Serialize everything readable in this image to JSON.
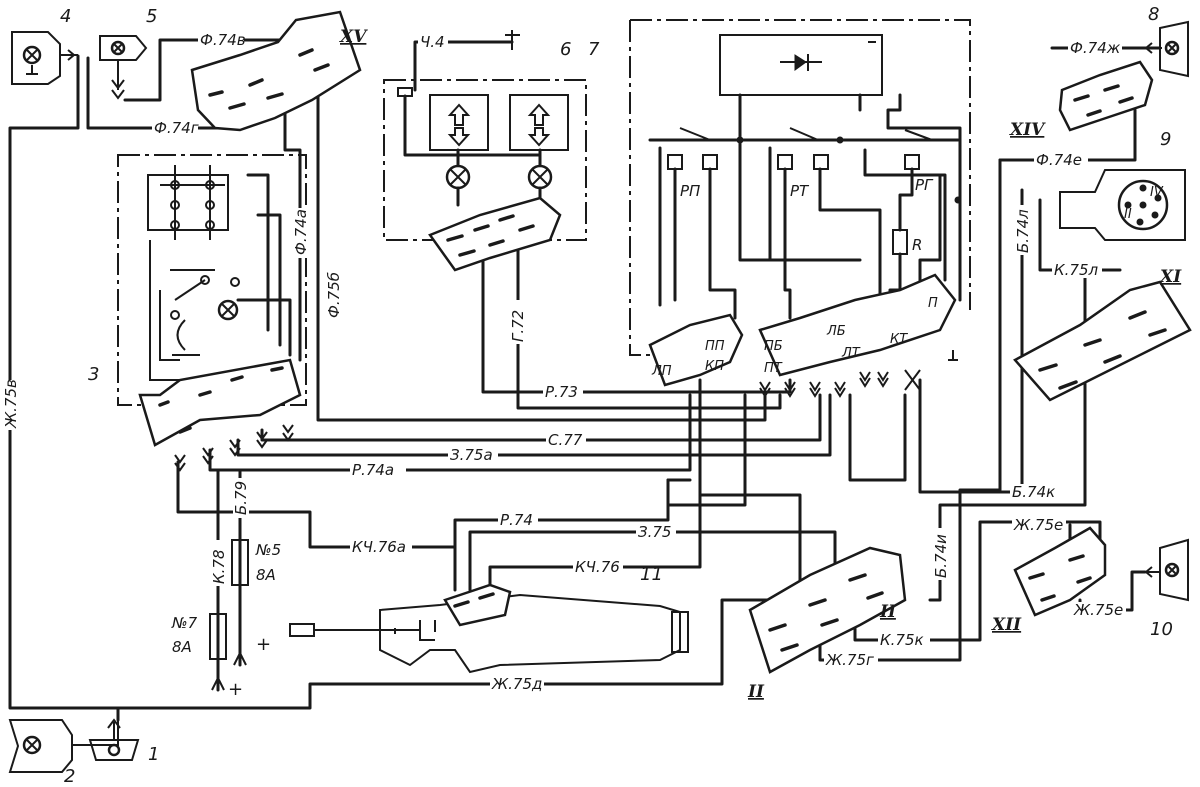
{
  "components": {
    "c1": "1",
    "c2": "2",
    "c3": "3",
    "c4": "4",
    "c5": "5",
    "c6": "6",
    "c7": "7",
    "c8": "8",
    "c9": "9",
    "c10": "10",
    "c11": "11"
  },
  "blocks": {
    "b_xv": "XV",
    "b_xiv": "XIV",
    "b_xi": "XI",
    "b_xii": "XII",
    "b_ii_a": "II",
    "b_ii_b": "II"
  },
  "relays": {
    "rp": "РП",
    "rt": "РТ",
    "rg": "РГ",
    "r": "R"
  },
  "terminals": {
    "lp": "ЛП",
    "pp": "ПП",
    "kp": "КП",
    "pb": "ПБ",
    "pt": "ПТ",
    "lb": "ЛБ",
    "lt": "ЛТ",
    "kt": "КТ",
    "p": "П"
  },
  "connector9": {
    "pin_iv": "IV",
    "pin_ii": "II"
  },
  "fuses": {
    "f5_no": "№5",
    "f5_rating": "8А",
    "f7_no": "№7",
    "f7_rating": "8А",
    "plus_a": "+",
    "plus_b": "+"
  },
  "wires": {
    "f74v": "Ф.74в",
    "f74g": "Ф.74г",
    "f74a": "Ф.74а",
    "f75b": "Ф.75б",
    "ch4": "Ч.4",
    "g72": "Г.72",
    "r73": "Р.73",
    "s77": "С.77",
    "z75a": "З.75а",
    "r74a": "Р.74а",
    "zh75v": "Ж.75в",
    "b79": "Б.79",
    "k78": "К.78",
    "kch76a": "КЧ.76а",
    "r74": "Р.74",
    "z75": "З.75",
    "kch76": "КЧ.76",
    "zh75d": "Ж.75д",
    "f74zh": "Ф.74ж",
    "f74e": "Ф.74е",
    "b74l": "Б.74л",
    "k75l": "К.75л",
    "b74k": "Б.74к",
    "b74i": "Б.74и",
    "k75k": "К.75к",
    "zh75g": "Ж.75г",
    "zh75e_a": "Ж.75е",
    "zh75e_b": "Ж.75е"
  }
}
